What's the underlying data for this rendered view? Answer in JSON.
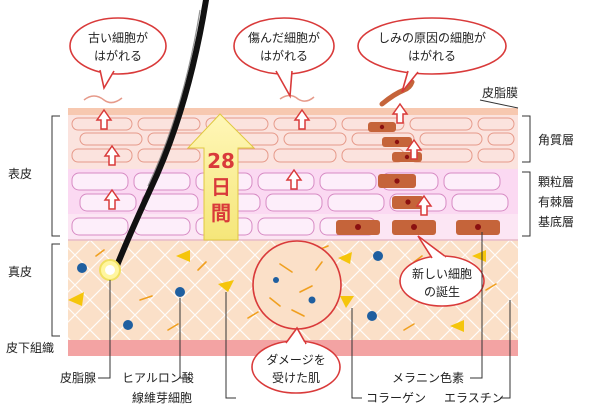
{
  "labels": {
    "sebum_film": "皮脂膜",
    "stratum_corneum": "角質層",
    "stratum_granulosum": "顆粒層",
    "stratum_spinosum": "有棘層",
    "stratum_basale": "基底層",
    "epidermis": "表皮",
    "dermis": "真皮",
    "subcutaneous": "皮下組織",
    "sebaceous_gland": "皮脂腺",
    "hyaluronic_acid": "ヒアルロン酸",
    "fibroblast": "線維芽細胞",
    "melanin": "メラニン色素",
    "collagen": "コラーゲン",
    "elastin": "エラスチン"
  },
  "bubbles": {
    "old_cells": [
      "古い細胞が",
      "はがれる"
    ],
    "damaged_cells": [
      "傷んだ細胞が",
      "はがれる"
    ],
    "spot_cells": [
      "しみの原因の細胞が",
      "はがれる"
    ],
    "new_cells": [
      "新しい細胞",
      "の誕生"
    ],
    "damaged_skin": [
      "ダメージを",
      "受けた肌"
    ]
  },
  "cycle": {
    "days": "28",
    "unit_1": "日",
    "unit_2": "間"
  },
  "colors": {
    "arrow_red": "#d93a3a",
    "sebum_film": "#f7c8b0",
    "corneum": "#fbe3de",
    "granular": "#fbd9f2",
    "dermis": "#fbe0c8",
    "subcutaneous": "#f3a3a3",
    "melanin_cell": "#c5643a",
    "cycle_arrow": "#fff3a0"
  }
}
